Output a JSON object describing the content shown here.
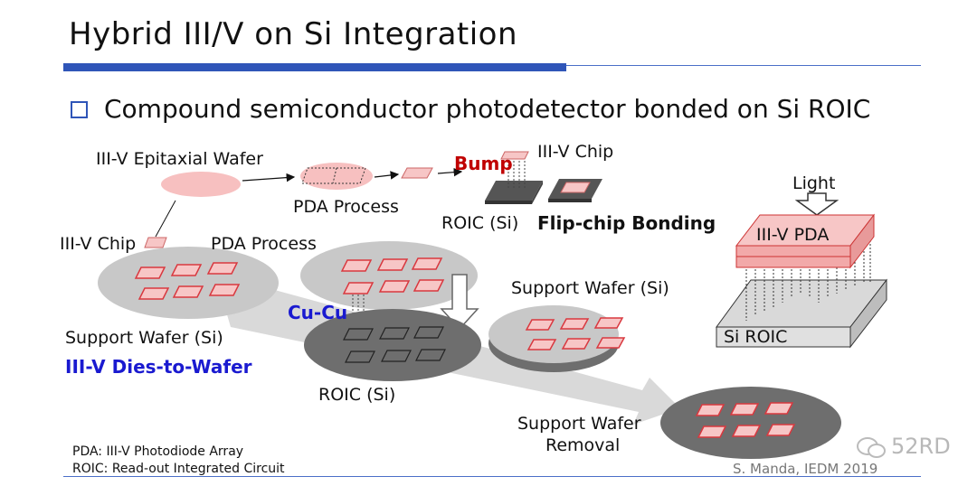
{
  "slide": {
    "title": "Hybrid III/V on Si Integration",
    "bullet": "Compound semiconductor photodetector bonded on Si ROIC"
  },
  "labels": {
    "epi_wafer": "III-V Epitaxial Wafer",
    "pda_process_top": "PDA Process",
    "bump": "Bump",
    "iiiv_chip_top": "III-V Chip",
    "roic_si_top": "ROIC (Si)",
    "flip_chip": "Flip-chip Bonding",
    "light": "Light",
    "iiiv_pda": "III-V PDA",
    "si_roic": "Si ROIC",
    "iiiv_chip_left": "III-V Chip",
    "pda_process_mid": "PDA Process",
    "cu_cu": "Cu-Cu",
    "support_wafer_right": "Support Wafer (Si)",
    "support_wafer_left": "Support Wafer (Si)",
    "dies_to_wafer": "III-V Dies-to-Wafer",
    "roic_si_center": "ROIC (Si)",
    "support_removal_1": "Support Wafer",
    "support_removal_2": "Removal"
  },
  "footnotes": {
    "pda": "PDA: III-V Photodiode Array",
    "roic": "ROIC: Read-out Integrated Circuit"
  },
  "credit": "S. Manda, IEDM 2019",
  "watermark": "52RD",
  "colors": {
    "accent_blue": "#2f55b8",
    "bump_red": "#c00000",
    "dies_blue": "#1a1ad0",
    "chip_pink": "#f7c6c6",
    "chip_border": "#d9383f"
  }
}
